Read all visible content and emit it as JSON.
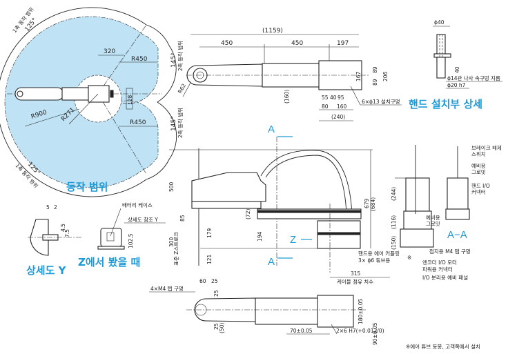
{
  "colors": {
    "accent": "#1e9ad6",
    "work_area": "#bfe3f5",
    "line": "#222222"
  },
  "titles": {
    "work_range": "동작 범위",
    "hand_detail": "핸드 설치부 상세",
    "detail_y": "상세도 Y",
    "view_from_z": "Z에서 봤을 때",
    "section_aa": "A−A"
  },
  "work_range": {
    "axis1_range_top": "1축 동작 범위",
    "axis1_angle_top": "125°",
    "axis1_range_bottom": "1축 동작 범위",
    "axis1_angle_bottom": "125°",
    "axis2_range_top": "2축 동작 범위",
    "axis2_angle_top": "145°",
    "axis2_range_bottom": "2축 동작 범위",
    "axis2_angle_bottom": "145°",
    "dim_320": "320",
    "r450_top": "R450",
    "r450_bottom": "R450",
    "r900": "R900",
    "r271": "R271",
    "dim_128": "128"
  },
  "top_view": {
    "overall": "(1159)",
    "arm1": "450",
    "arm2": "450",
    "tail": "197",
    "r62": "R62",
    "d160": "(160)",
    "d55": "55",
    "d40": "40",
    "d95": "95",
    "d80": "80",
    "d160b": "160",
    "d240": "(240)",
    "d167": "167",
    "d89a": "89",
    "d89b": "89",
    "d206": "206",
    "mount_holes": "6×ϕ13 설치구멍"
  },
  "hand_detail": {
    "d40": "ϕ40",
    "len40": "40",
    "hole14": "ϕ14관 나사 속구멍 지름",
    "shaft20": "ϕ20 h7"
  },
  "side_view": {
    "section_mark": "A",
    "z_mark": "Z",
    "d500": "500",
    "d85": "85",
    "d72": "(72)",
    "d300": "300",
    "stroke_label": "표준 Z스트로크",
    "d179": "179",
    "d121": "121",
    "d194": "194",
    "d679": "679",
    "d684": "(684)",
    "d315": "315",
    "cable_label": "케이블 점유 치수",
    "air_coupling_1": "핸드용 에어 커플링",
    "air_coupling_2": "3× ϕ6 튜브용",
    "note_mark": "※"
  },
  "section_aa": {
    "d244": "(244)",
    "d116": "(116)",
    "d150": "(150)",
    "brake_1": "브레이크 해제",
    "brake_2": "스위치",
    "grommet_1": "예비용",
    "grommet_2": "그로밋",
    "hand_io_1": "핸드 I/O",
    "hand_io_2": "커넥터",
    "grommet2_1": "예비용",
    "grommet2_2": "그로밋",
    "ground": "접지용 M4 탭 구멍",
    "encoder_1": "엔코더 I/O 모터",
    "encoder_2": "파워용 커넥터",
    "io_panel": "I/O 분리용 예비 패널"
  },
  "detail_y": {
    "d5": "5",
    "d2": "2",
    "d45": "4.5",
    "d75": "7.5"
  },
  "view_z": {
    "battery": "배터리 케이스",
    "detail_ref": "상세도 참조 Y",
    "d1025": "102.5"
  },
  "bottom_view": {
    "tap": "4×M4 탭 구멍",
    "d60": "60",
    "d25a": "25",
    "d25b": "25",
    "d25c": "25",
    "d50": "(50)",
    "d70": "70±0.05",
    "pin": "2×6 H7(+0.012/0)",
    "d180": "180±0.05",
    "d90": "90±0.05"
  },
  "footnote": "※에어 튜브 동봉, 고객쪽에서 설치"
}
